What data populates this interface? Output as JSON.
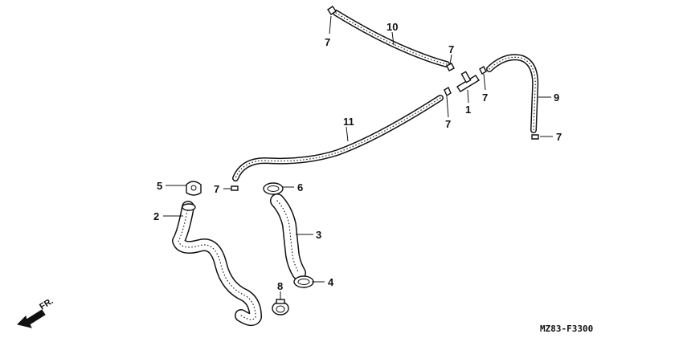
{
  "labels": {
    "p1": "1",
    "p2": "2",
    "p3": "3",
    "p4": "4",
    "p5": "5",
    "p6": "6",
    "p7a": "7",
    "p7b": "7",
    "p7c": "7",
    "p7d": "7",
    "p7e": "7",
    "p7f": "7",
    "p8": "8",
    "p9": "9",
    "p10": "10",
    "p11": "11"
  },
  "diagram_code": "MZ83-F3300",
  "direction_label": "FR."
}
